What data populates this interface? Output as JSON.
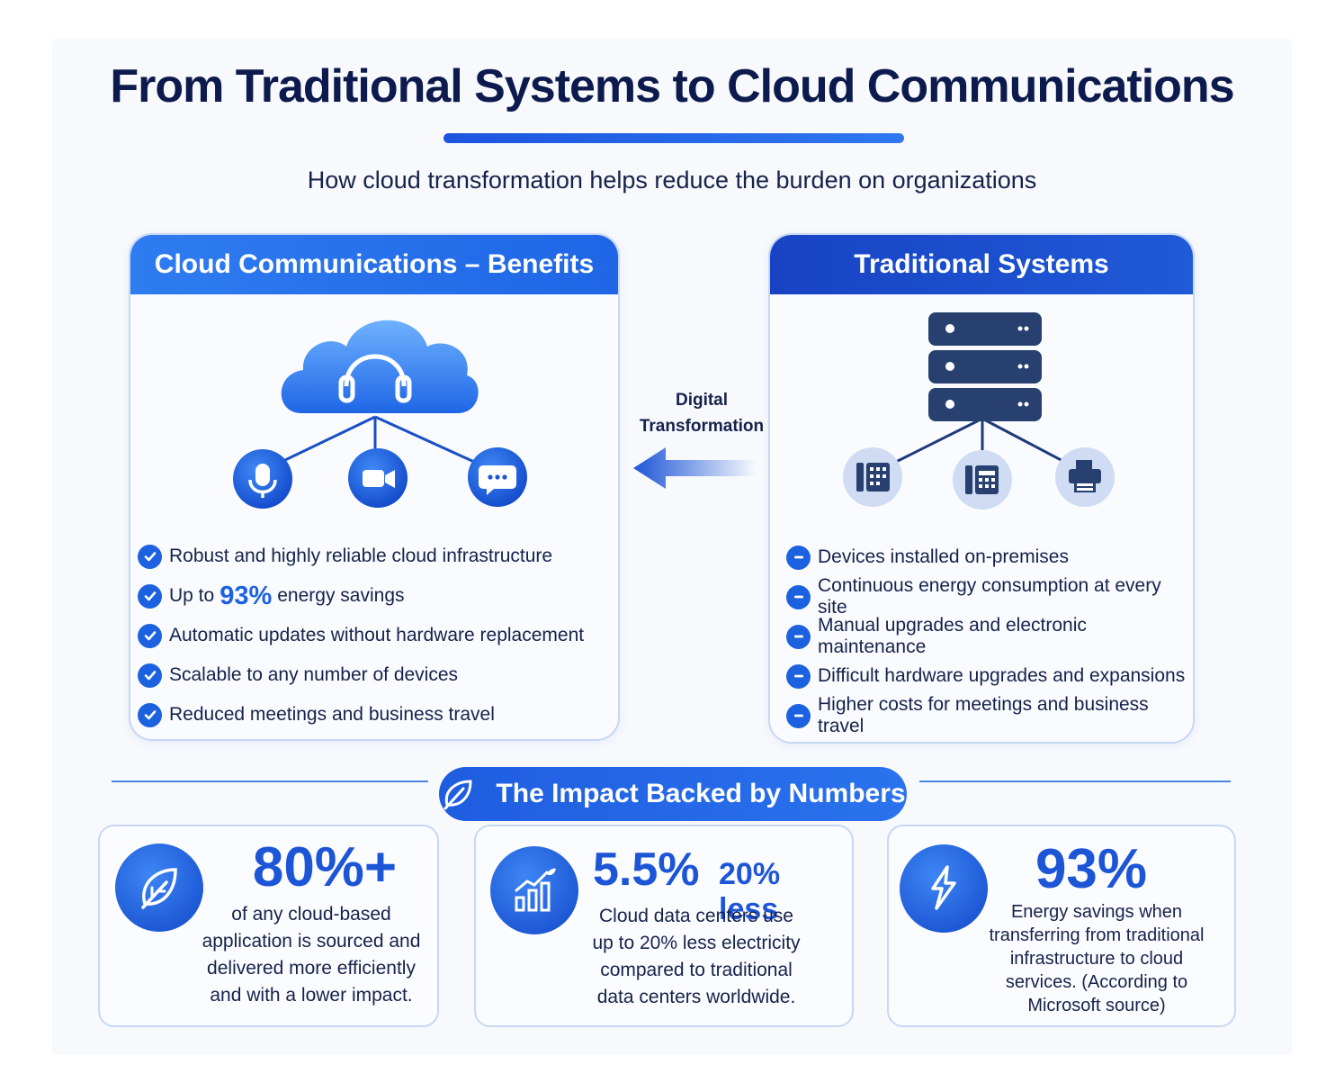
{
  "title": "From Traditional Systems to Cloud Communications",
  "subtitle": "How cloud transformation helps reduce the burden on organizations",
  "left_panel": {
    "heading": "Cloud Communications – Benefits",
    "items": [
      {
        "text": "Robust and highly reliable cloud infrastructure"
      },
      {
        "prefix": "Up to",
        "highlight": "93%",
        "suffix": "energy savings"
      },
      {
        "text": "Automatic updates without hardware replacement"
      },
      {
        "text": "Scalable to any number of devices"
      },
      {
        "text": "Reduced meetings and business travel"
      }
    ]
  },
  "right_panel": {
    "heading": "Traditional  Systems",
    "items": [
      "Devices installed on-premises",
      "Continuous energy consumption at every site",
      "Manual upgrades and electronic maintenance",
      "Difficult hardware upgrades and expansions",
      "Higher costs for meetings and business travel"
    ]
  },
  "arrow_label": {
    "line1": "Digital",
    "line2": "Transformation"
  },
  "impact_heading": "The Impact Backed by Numbers",
  "stats": [
    {
      "value": "80%+",
      "text": [
        "of any cloud-based",
        "application is sourced and",
        "delivered more efficiently",
        "and with a lower impact."
      ],
      "icon": "leaf-icon"
    },
    {
      "value": "5.5%",
      "value2": "20% less",
      "text": [
        "Cloud data centers use",
        "up to 20% less electricity",
        "compared to traditional",
        "data centers worldwide."
      ],
      "icon": "growth-chart-icon"
    },
    {
      "value": "93%",
      "text": [
        "Energy savings when",
        "transferring from traditional",
        "infrastructure to cloud",
        "services. (According to",
        "Microsoft source)"
      ],
      "icon": "lightning-leaf-icon"
    }
  ],
  "colors": {
    "primary": "#1c62e0",
    "dark_blue": "#1843c4",
    "title": "#0d1a4d",
    "border": "#c6d8f5"
  }
}
